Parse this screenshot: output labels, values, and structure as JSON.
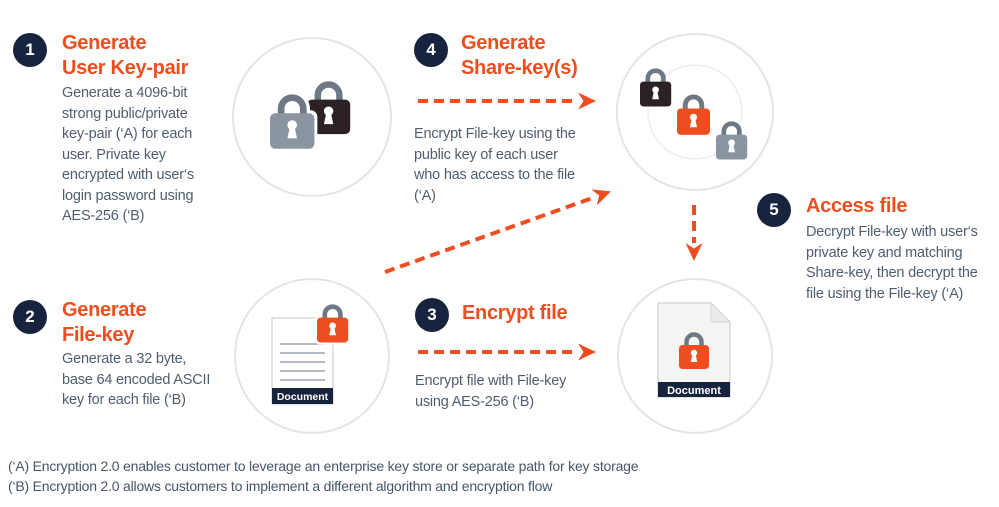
{
  "colors": {
    "accent_orange": "#EE4E1F",
    "navy": "#18243E",
    "body_text": "#4E5E6F",
    "lock_gray": "#8A95A1",
    "lock_dark": "#2B2127",
    "shackle_gray": "#6E7985",
    "circle_border": "#E4E4E4"
  },
  "steps": [
    {
      "number": "1",
      "title": "Generate\nUser Key-pair",
      "body": "Generate a 4096-bit\nstrong public/private\nkey-pair (‘A) for each\nuser. Private key\nencrypted with user‘s\nlogin password using\nAES-256 (‘B)"
    },
    {
      "number": "2",
      "title": "Generate\nFile-key",
      "body": "Generate a 32 byte,\nbase 64 encoded ASCII\nkey for each file (‘B)"
    },
    {
      "number": "3",
      "title": "Encrypt file",
      "body": "Encrypt file with File-key\nusing AES-256 (‘B)"
    },
    {
      "number": "4",
      "title": "Generate\nShare-key(s)",
      "body": "Encrypt File-key using the\npublic key of each user\nwho has access to the file\n(‘A)"
    },
    {
      "number": "5",
      "title": "Access file",
      "body": "Decrypt File-key with user‘s\nprivate key and matching\nShare-key, then decrypt the\nfile using the File-key (‘A)"
    }
  ],
  "documents": {
    "label": "Document"
  },
  "footnotes": [
    "(‘A) Encryption 2.0 enables customer to leverage an enterprise key store or separate path for key storage",
    "(‘B) Encryption 2.0 allows customers to implement a different algorithm and encryption flow"
  ]
}
